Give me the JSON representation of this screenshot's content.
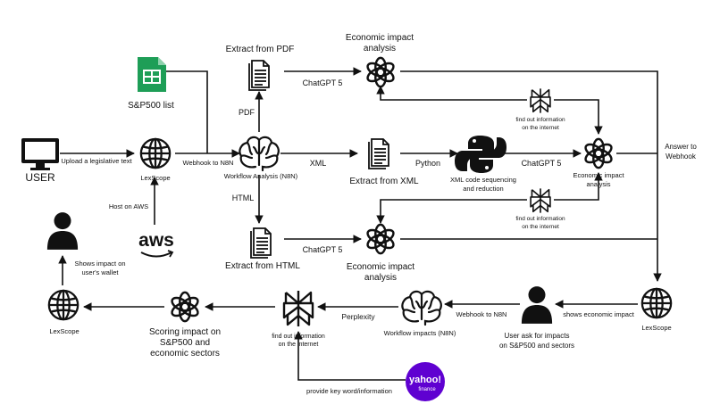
{
  "nodes": {
    "user": "USER",
    "upload": "Upload a legislative text",
    "lexscope_top": "LexScope",
    "sp500_list": "S&P500 list",
    "host_aws": "Host on AWS",
    "aws_logo": "aws",
    "webhook_n8n_top": "Webhook to N8N",
    "workflow_analysis": "Workflow Analysis (N8N)",
    "extract_pdf": "Extract from PDF",
    "pdf": "PDF",
    "xml": "XML",
    "html": "HTML",
    "extract_xml": "Extract from XML",
    "extract_html": "Extract from HTML",
    "python": "Python",
    "xml_sequencing_1": "XML code sequencing",
    "xml_sequencing_2": "and reduction",
    "chatgpt5_top": "ChatGPT 5",
    "chatgpt5_mid": "ChatGPT 5",
    "chatgpt5_bottom": "ChatGPT 5",
    "econ_top_1": "Economic impact",
    "econ_top_2": "analysis",
    "econ_right_1": "Economic impact",
    "econ_right_2": "analysis",
    "econ_bottom_1": "Economic impact",
    "econ_bottom_2": "analysis",
    "find_out_1a": "find out information",
    "find_out_1b": "on the internet",
    "find_out_2a": "find out information",
    "find_out_2b": "on the internet",
    "find_out_3a": "find out information",
    "find_out_3b": "on the internet",
    "answer_webhook_1": "Answer to",
    "answer_webhook_2": "Webhook",
    "lexscope_right": "LexScope",
    "shows_econ_impact": "shows economic impact",
    "user_ask_1": "User ask for impacts",
    "user_ask_2": "on S&P500 and sectors",
    "webhook_n8n_bottom": "Webhook to N8N",
    "workflow_impacts": "Workflow impacts  (N8N)",
    "perplexity": "Perplexity",
    "scoring_1": "Scoring impact on",
    "scoring_2": "S&P500 and",
    "scoring_3": "economic sectors",
    "lexscope_left": "LexScope",
    "shows_wallet_1": "Shows impact on",
    "shows_wallet_2": "user's wallet",
    "yahoo_1": "yahoo!",
    "yahoo_2": "finance",
    "provide_keyword": "provide key word/information"
  },
  "colors": {
    "ink": "#111111",
    "sheets_green": "#1e9e57",
    "sheets_light": "#ffffff",
    "yahoo_purple": "#5f01d1"
  },
  "icons": [
    "monitor-icon",
    "globe-icon",
    "google-sheets-icon",
    "aws-logo",
    "brain-icon",
    "document-icon",
    "python-icon",
    "openai-icon",
    "perplexity-icon",
    "person-icon",
    "yahoo-finance-logo"
  ]
}
